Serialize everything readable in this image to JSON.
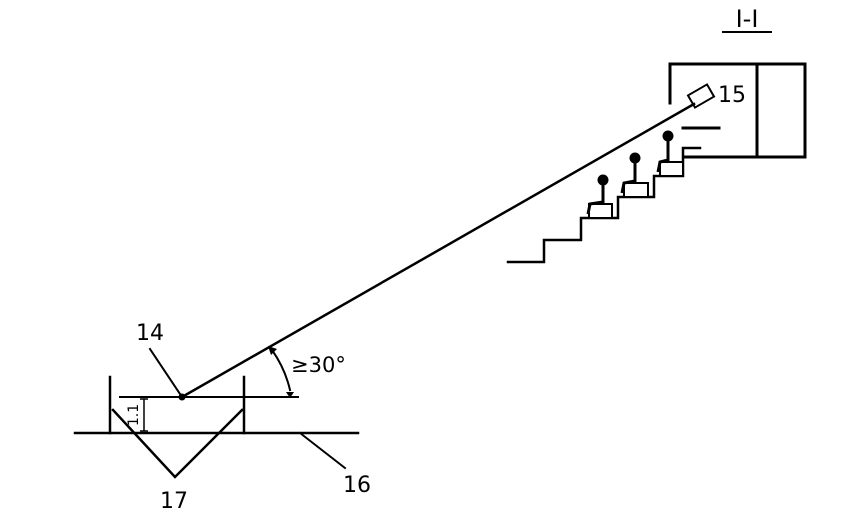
{
  "section_title": "I-I",
  "labels": {
    "camera": "15",
    "sight_point": "14",
    "ground_line": "16",
    "lane_lines": "17",
    "angle": "≥30°",
    "height": "1.1"
  }
}
